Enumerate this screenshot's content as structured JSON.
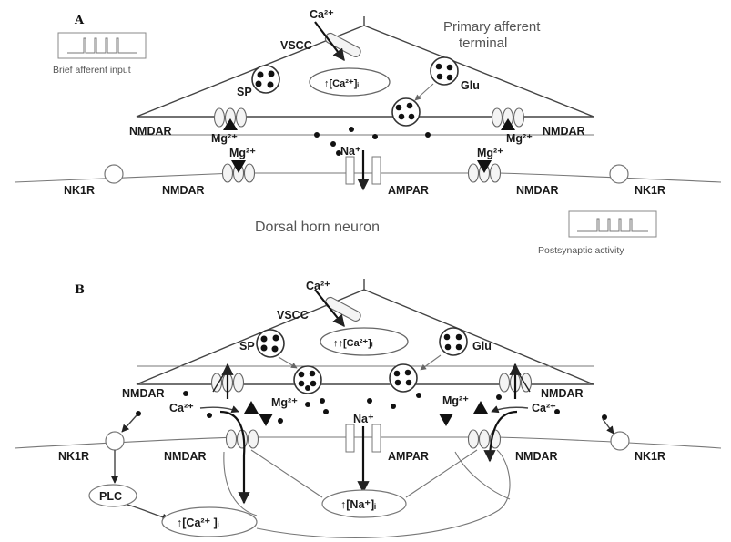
{
  "panel_a": {
    "letter": "A",
    "terminal_label": [
      "Primary afferent",
      "terminal"
    ],
    "brief_input_label": "Brief afferent input",
    "ca_ion": "Ca²⁺",
    "vscc": "VSCC",
    "ca_internal": "↑[Ca²⁺]ᵢ",
    "sp": "SP",
    "glu": "Glu",
    "nmdar_left": "NMDAR",
    "nmdar_right": "NMDAR",
    "mg_left": "Mg²⁺",
    "mg_right": "Mg²⁺",
    "mg_post_left": "Mg²⁺",
    "mg_post_right": "Mg²⁺",
    "na_ion": "Na⁺",
    "nk1r_left": "NK1R",
    "nmdar_post_left": "NMDAR",
    "ampar": "AMPAR",
    "nmdar_post_right": "NMDAR",
    "nk1r_right": "NK1R",
    "neuron_label": "Dorsal horn neuron",
    "post_activity_label": "Postsynaptic activity"
  },
  "panel_b": {
    "letter": "B",
    "ca_ion": "Ca²⁺",
    "vscc": "VSCC",
    "ca_internal": "↑↑[Ca²⁺]ᵢ",
    "sp": "SP",
    "glu": "Glu",
    "nmdar_left": "NMDAR",
    "nmdar_right": "NMDAR",
    "ca_left": "Ca²⁺",
    "ca_right": "Ca²⁺",
    "mg_left": "Mg²⁺",
    "mg_right": "Mg²⁺",
    "na_ion": "Na⁺",
    "nk1r_left": "NK1R",
    "nmdar_post_left": "NMDAR",
    "ampar": "AMPAR",
    "nmdar_post_right": "NMDAR",
    "nk1r_right": "NK1R",
    "plc": "PLC",
    "ca_post": "↑[Ca²⁺ ]ᵢ",
    "na_post": "↑[Na⁺]ᵢ"
  }
}
